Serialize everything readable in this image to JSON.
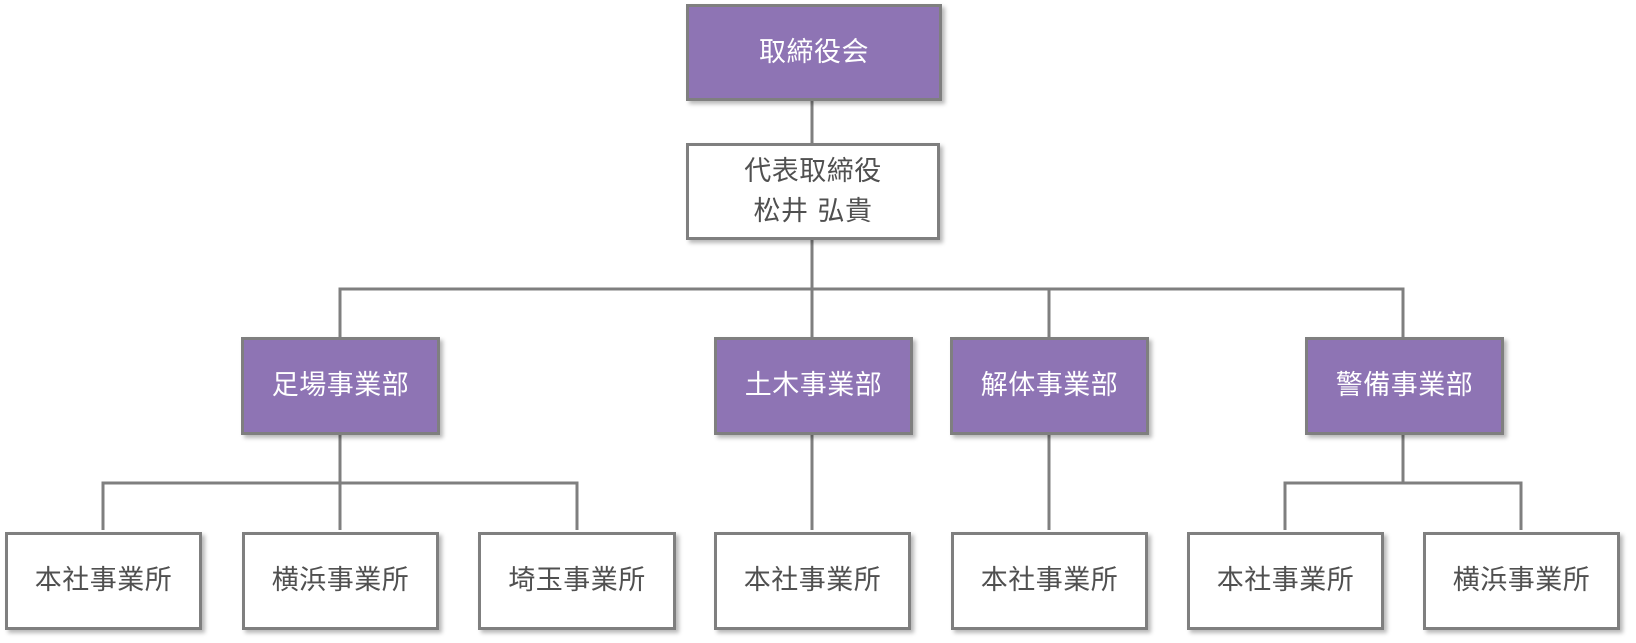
{
  "board": {
    "label": "取締役会",
    "fill": "#8e74b4"
  },
  "president": {
    "title": "代表取締役",
    "name": "松井 弘貴"
  },
  "departments": [
    {
      "label": "足場事業部",
      "offices": [
        "本社事業所",
        "横浜事業所",
        "埼玉事業所"
      ]
    },
    {
      "label": "土木事業部",
      "offices": [
        "本社事業所"
      ]
    },
    {
      "label": "解体事業部",
      "offices": [
        "本社事業所"
      ]
    },
    {
      "label": "警備事業部",
      "offices": [
        "本社事業所",
        "横浜事業所"
      ]
    }
  ],
  "colors": {
    "department_fill": "#8e74b4",
    "office_fill": "#ffffff",
    "line": "#7f7f7f",
    "dark_text": "#505050"
  }
}
